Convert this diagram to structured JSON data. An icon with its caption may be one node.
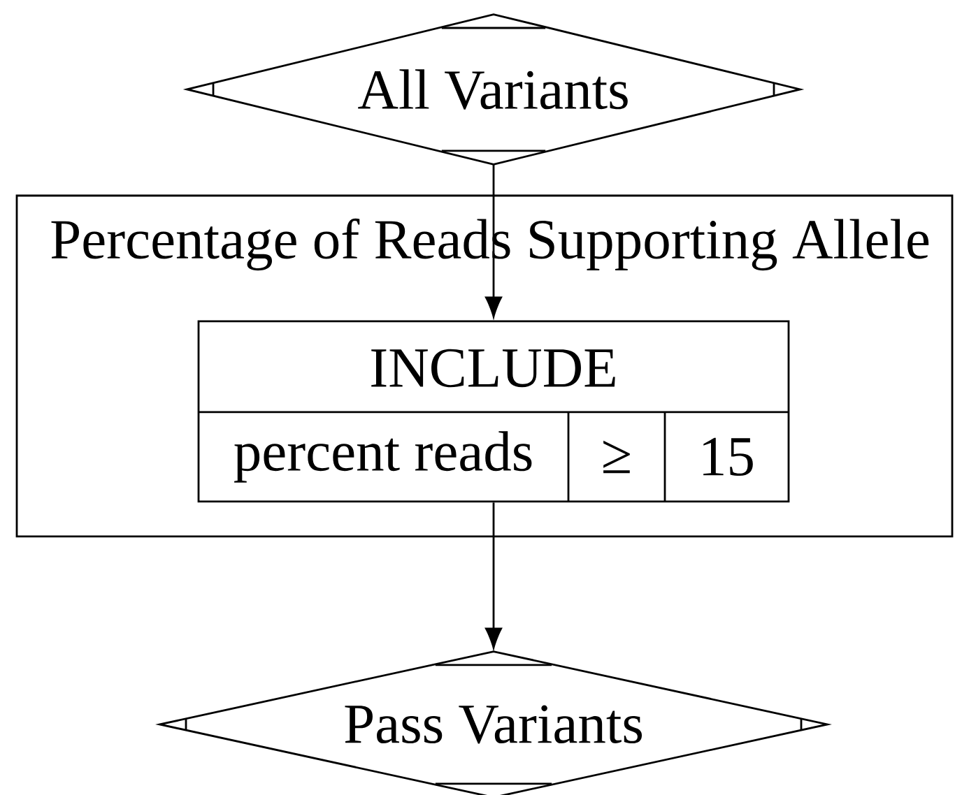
{
  "diagram": {
    "nodes": [
      {
        "text": [
          "All Variants"
        ]
      },
      {
        "text": [
          "Percentage of Reads Supporting Allele"
        ]
      },
      {
        "text": [
          "INCLUDE",
          "percent reads",
          "≥",
          "15"
        ],
        "in": 1
      },
      {
        "text": [
          "Pass Variants"
        ]
      }
    ],
    "edges": [
      {
        "from": 0,
        "to": 2,
        "arrow": "to"
      },
      {
        "from": 2,
        "to": 3,
        "arrow": "to"
      }
    ]
  }
}
